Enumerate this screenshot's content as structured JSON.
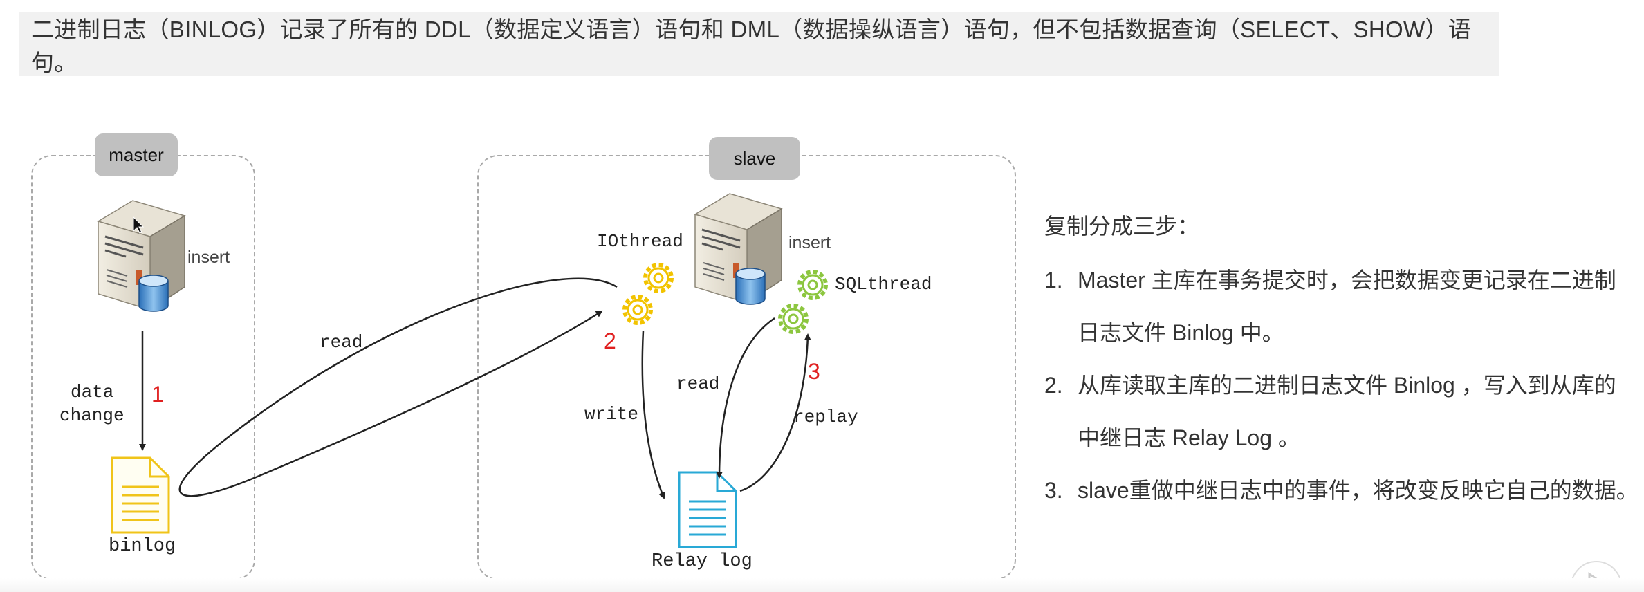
{
  "banner": {
    "text": "二进制日志（BINLOG）记录了所有的 DDL（数据定义语言）语句和 DML（数据操纵语言）语句，但不包括数据查询（SELECT、SHOW）语句。"
  },
  "diagram": {
    "master": {
      "badge": "master",
      "insert_label": "insert",
      "data_change_line1": "data",
      "data_change_line2": "change",
      "step1_marker": "1",
      "binlog_label": "binlog"
    },
    "slave": {
      "badge": "slave",
      "iothread_label": "IOthread",
      "insert_label": "insert",
      "sqlthread_label": "SQLthread",
      "step2_marker": "2",
      "step3_marker": "3",
      "write_label": "write",
      "read_label": "read",
      "replay_label": "replay",
      "relay_log_label": "Relay log"
    },
    "read_arrow_label": "read",
    "colors": {
      "binlog_doc": "#f0c419",
      "relay_doc": "#29a9d6",
      "gear_yellow": "#f2c300",
      "gear_green": "#8cc63f",
      "step_marker": "#e02020"
    },
    "icons": [
      "server-icon",
      "database-icon",
      "gear-icon",
      "document-icon",
      "mouse-cursor-icon",
      "play-icon"
    ]
  },
  "steps": {
    "title": "复制分成三步：",
    "items": [
      {
        "num": "1.",
        "line1": "Master 主库在事务提交时，会把数据变更记录在二进制",
        "line2": "日志文件 Binlog 中。"
      },
      {
        "num": "2.",
        "line1": "从库读取主库的二进制日志文件 Binlog ，写入到从库的",
        "line2": "中继日志 Relay Log 。"
      },
      {
        "num": "3.",
        "line1": "slave重做中继日志中的事件，将改变反映它自己的数据。",
        "line2": ""
      }
    ]
  }
}
